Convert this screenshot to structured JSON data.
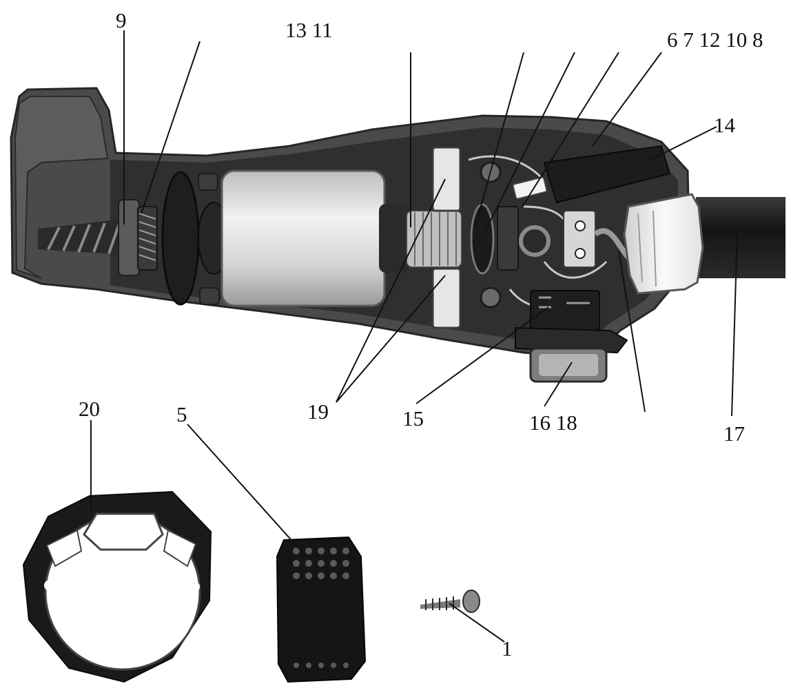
{
  "callouts": {
    "c9": "9",
    "c13_11": "13 11",
    "c6_7_12_10_8": "6 7 12 10 8",
    "c14": "14",
    "c19": "19",
    "c15": "15",
    "c16_18": "16  18",
    "c17": "17",
    "c20": "20",
    "c5": "5",
    "c1": "1"
  },
  "colors": {
    "housing": "#4a4a4a",
    "housing_dark": "#2b2b2b",
    "motor": "#dcdcdc",
    "cable": "#1e1e1e",
    "cap": "#f0f0f0"
  }
}
